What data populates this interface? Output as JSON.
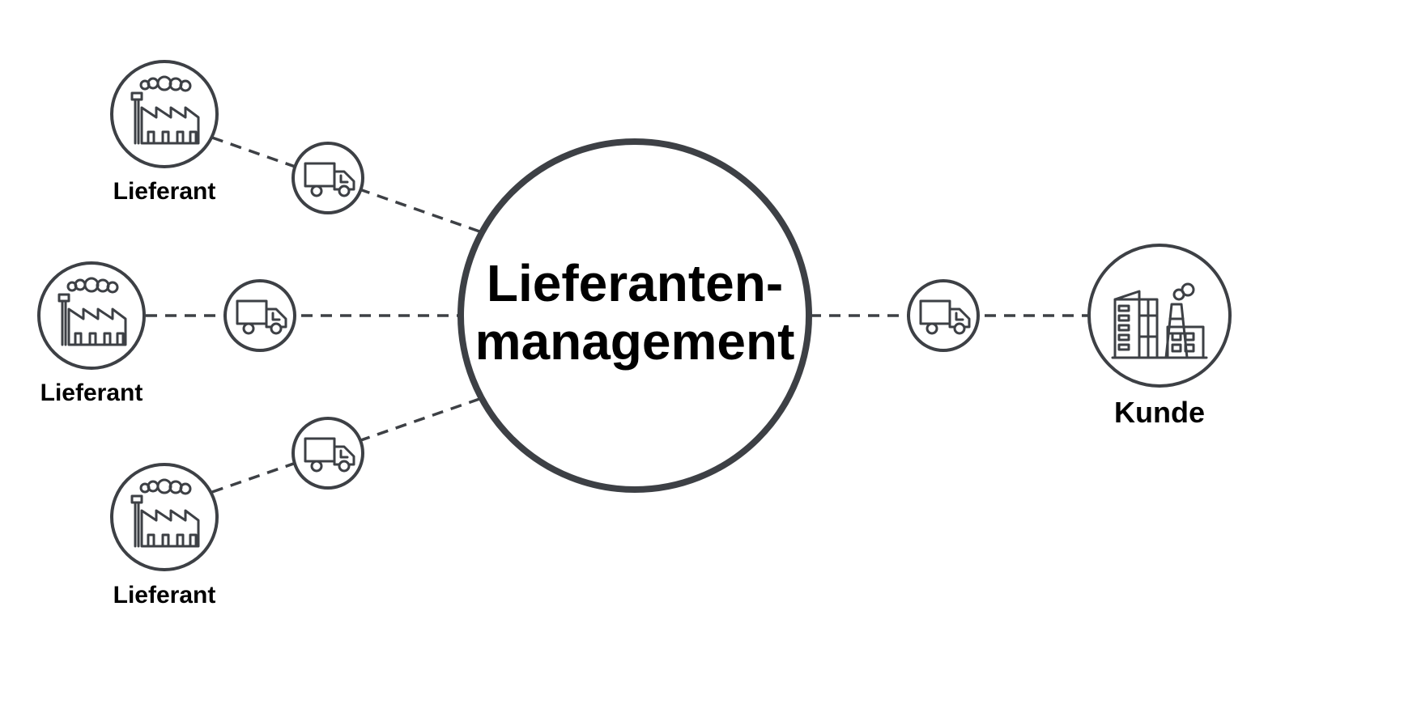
{
  "center": {
    "line1": "Lieferanten-",
    "line2": "management"
  },
  "suppliers": [
    {
      "label": "Lieferant"
    },
    {
      "label": "Lieferant"
    },
    {
      "label": "Lieferant"
    }
  ],
  "customer": {
    "label": "Kunde"
  },
  "icons": {
    "supplier": "factory-icon",
    "transport": "truck-icon",
    "customer": "industrial-buildings-icon"
  },
  "colors": {
    "stroke": "#3d4045",
    "text": "#000000",
    "background": "#ffffff"
  }
}
